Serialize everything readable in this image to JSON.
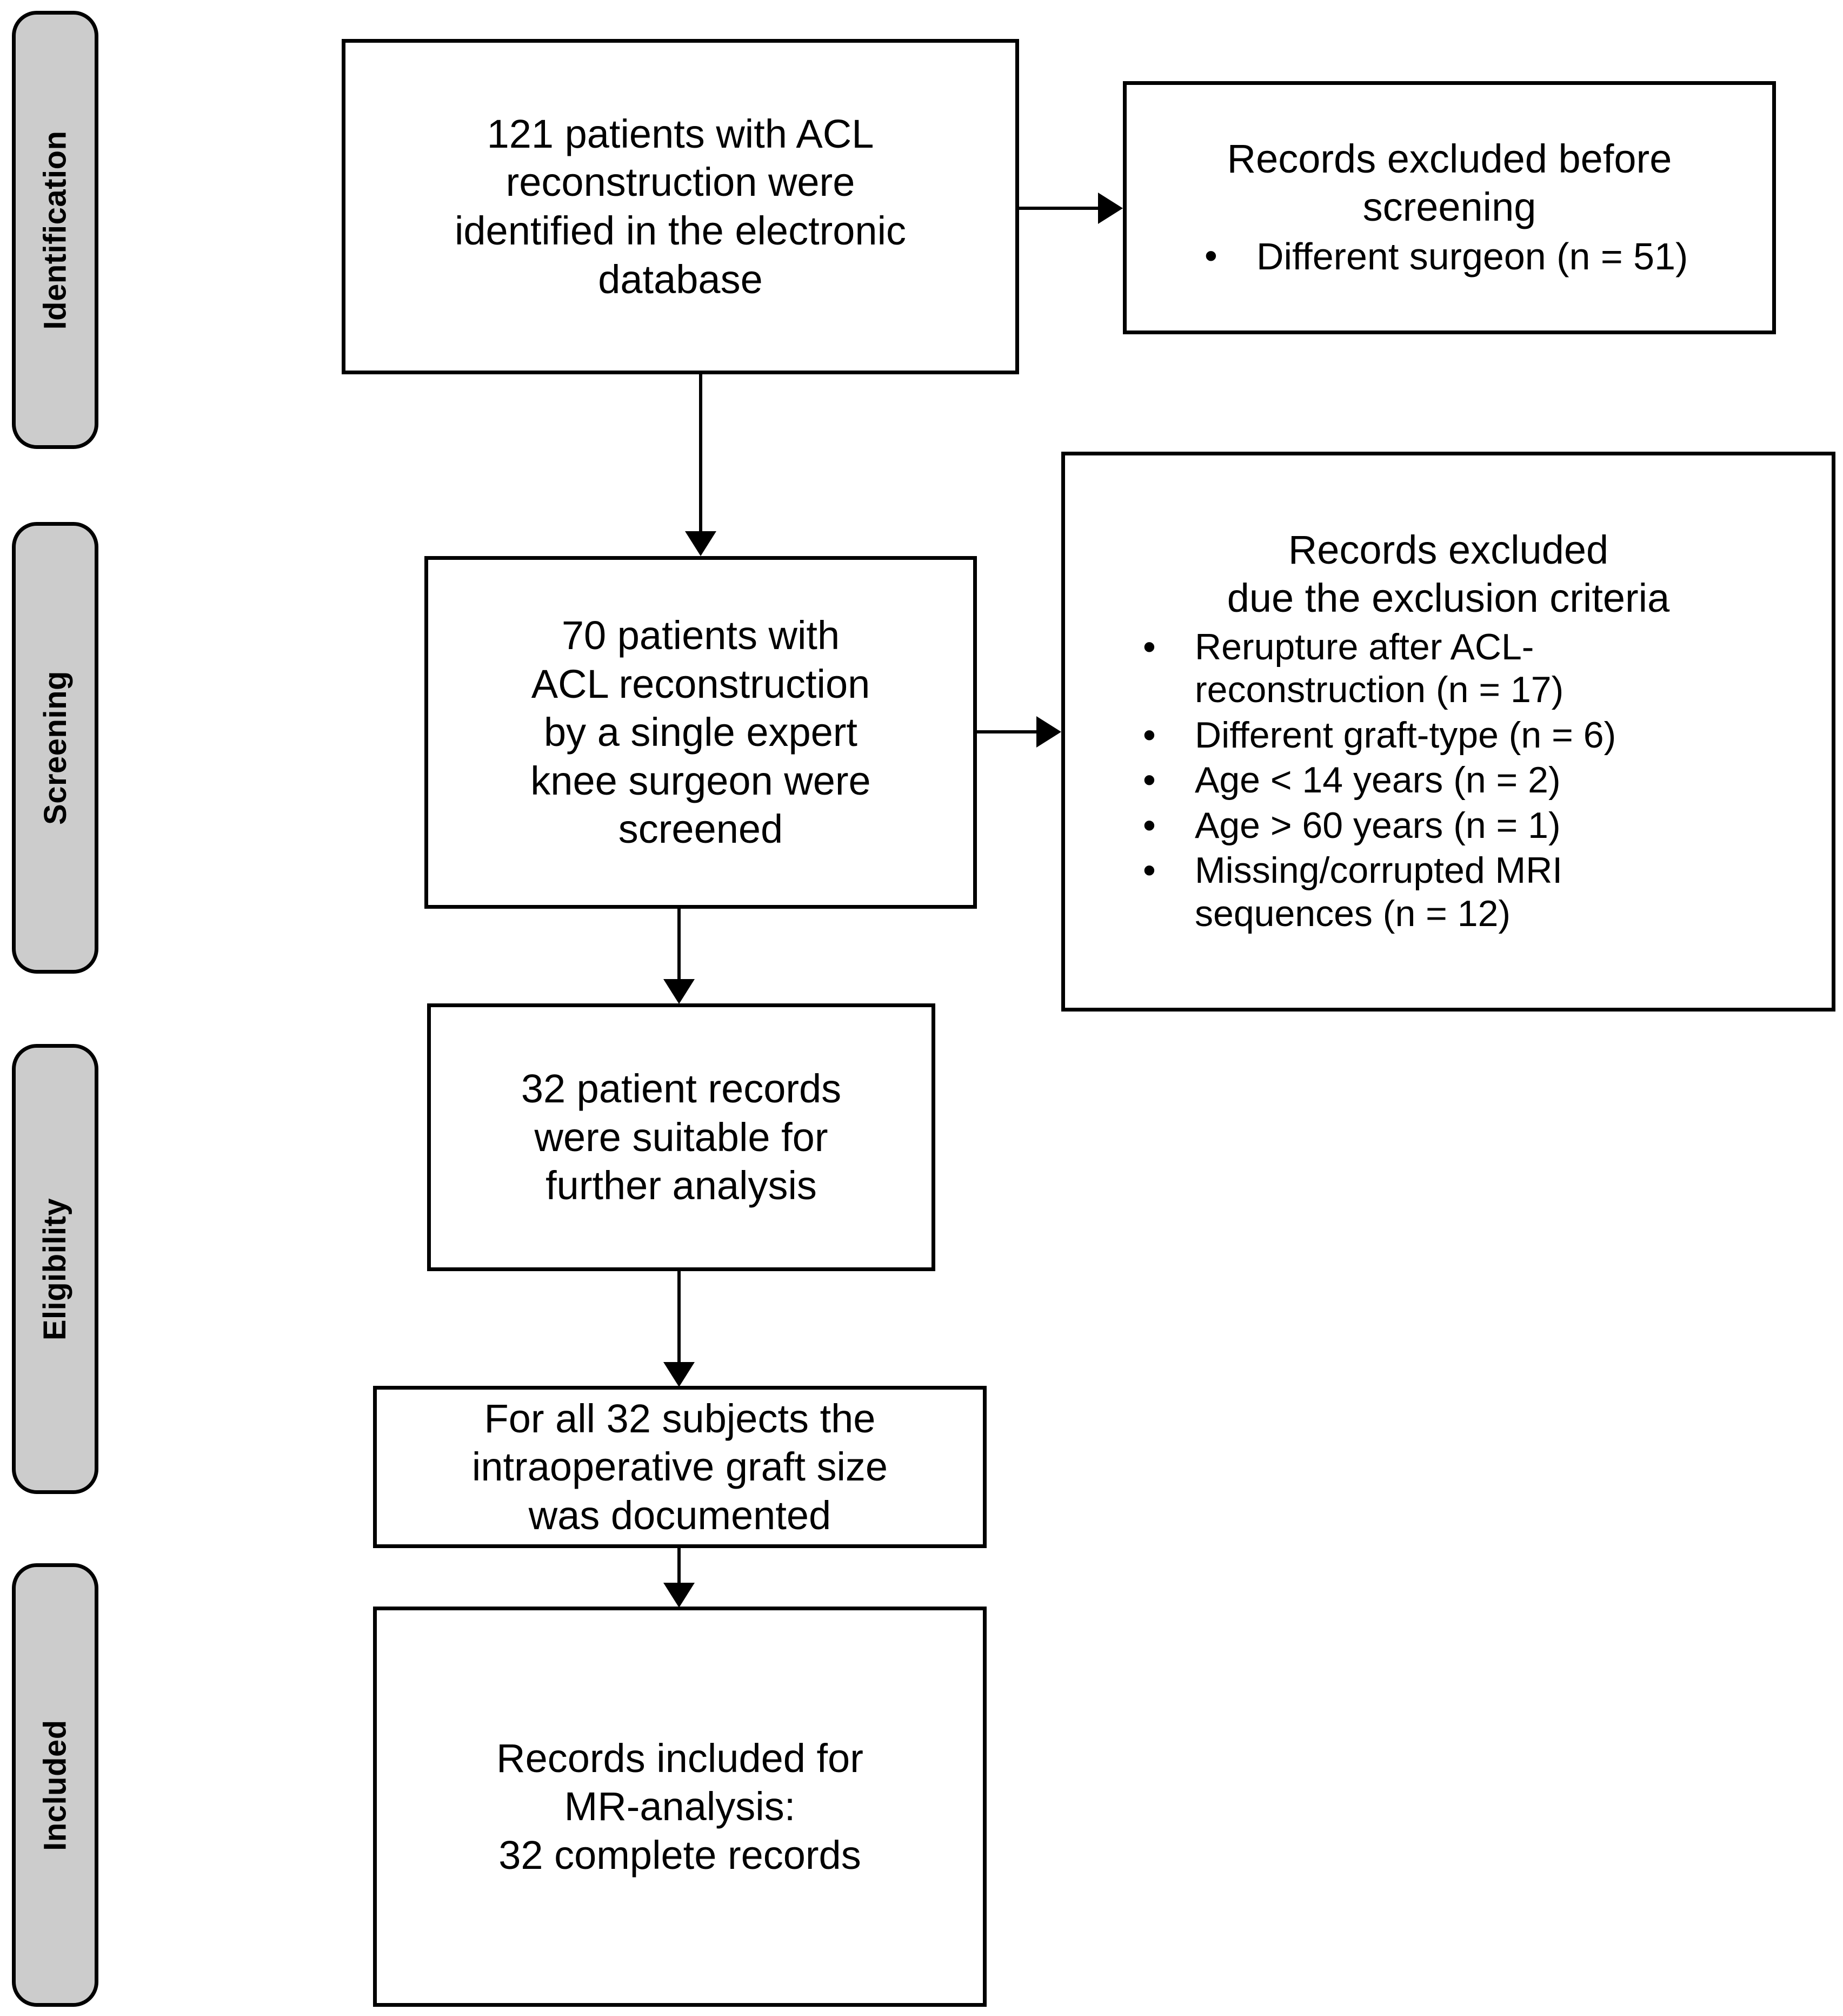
{
  "diagram": {
    "type": "prisma-flow-diagram",
    "stages": [
      {
        "label": "Identification"
      },
      {
        "label": "Screening"
      },
      {
        "label": "Eligibility"
      },
      {
        "label": "Included"
      }
    ],
    "boxes": [
      {
        "id": "identified",
        "text": "121 patients with ACL\nreconstruction were\nidentified in the electronic\ndatabase"
      },
      {
        "id": "screened",
        "text": "70 patients with\nACL reconstruction\nby a single expert\nknee surgeon were\nscreened"
      },
      {
        "id": "suitable",
        "text": "32 patient records\nwere suitable for\nfurther analysis"
      },
      {
        "id": "graft-size",
        "text": "For all 32 subjects the\nintraoperative graft size\nwas documented"
      },
      {
        "id": "included",
        "text": "Records included for\nMR-analysis:\n32 complete records"
      }
    ],
    "exclusions": [
      {
        "id": "excluded-before-screening",
        "heading": "Records excluded before\nscreening",
        "items": [
          "Different surgeon (n = 51)"
        ]
      },
      {
        "id": "excluded-criteria",
        "heading": "Records excluded\ndue the exclusion criteria",
        "items": [
          "Rerupture after ACL-\nreconstruction (n = 17)",
          "Different graft-type (n = 6)",
          "Age < 14 years (n = 2)",
          "Age > 60 years (n = 1)",
          "Missing/corrupted MRI\nsequences (n = 12)"
        ]
      }
    ],
    "bullet_glyph": "•",
    "colors": {
      "stage_fill": "#cccccc",
      "box_fill": "#ffffff",
      "stroke": "#000000",
      "text": "#000000"
    }
  }
}
